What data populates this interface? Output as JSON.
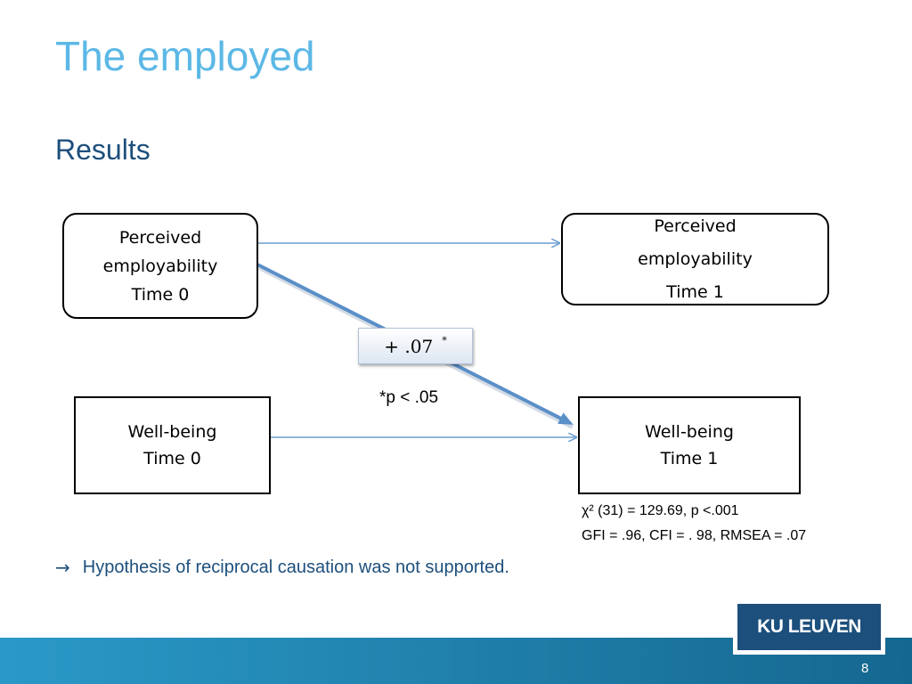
{
  "title": "The employed",
  "subtitle": "Results",
  "boxes": {
    "pe_t0": {
      "line1": "Perceived",
      "line2": "employability",
      "line3": "Time 0"
    },
    "pe_t1": {
      "line1": "Perceived",
      "line2": "employability",
      "line3": "Time 1"
    },
    "wb_t0": {
      "line1": "Well-being",
      "line2": "Time 0"
    },
    "wb_t1": {
      "line1": "Well-being",
      "line2": "Time 1"
    }
  },
  "coefficient": {
    "value": "+ .07",
    "marker": "*"
  },
  "significance_note": "*p < .05",
  "fit_stats": {
    "line1": "χ² (31) = 129.69, p <.001",
    "line2": "GFI = .96, CFI = . 98, RMSEA = .07"
  },
  "conclusion": {
    "arrow_icon": "→",
    "text": "Hypothesis of reciprocal causation was not supported."
  },
  "logo": "KU LEUVEN",
  "page_number": "8",
  "colors": {
    "title": "#5cb8e6",
    "subtitle": "#1d4f7c",
    "arrow": "#6b9fd1",
    "footer": "#1f7ea8",
    "logo": "#1d4f7c"
  }
}
